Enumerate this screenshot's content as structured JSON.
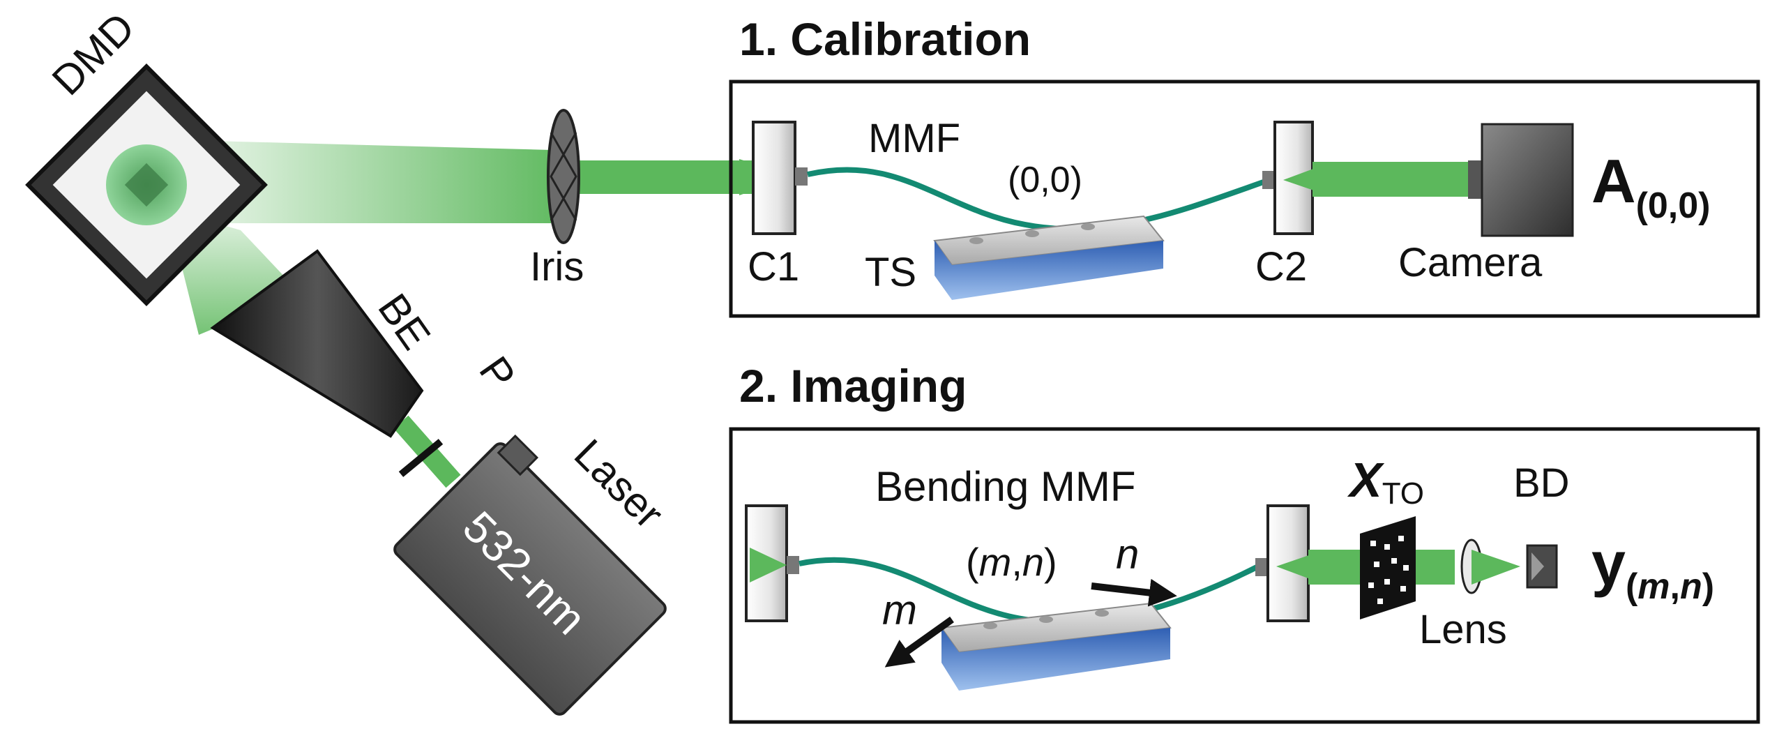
{
  "sections": {
    "calibration_title": "1. Calibration",
    "imaging_title": "2. Imaging"
  },
  "source_labels": {
    "dmd": "DMD",
    "iris": "Iris",
    "be": "BE",
    "p": "P",
    "laser": "Laser",
    "wavelength": "532-nm"
  },
  "calibration": {
    "c1": "C1",
    "mmf": "MMF",
    "position": "(0,0)",
    "ts": "TS",
    "c2": "C2",
    "camera": "Camera",
    "output_main": "A",
    "output_sub": "(0,0)"
  },
  "imaging": {
    "bending_mmf": "Bending MMF",
    "position_open": "(",
    "position_m": "m",
    "position_comma": ",",
    "position_n": "n",
    "position_close": ")",
    "axis_m": "m",
    "axis_n": "n",
    "object_main": "X",
    "object_sub": "TO",
    "bd": "BD",
    "lens": "Lens",
    "output_main": "y",
    "output_sub_open": "(",
    "output_sub_m": "m",
    "output_sub_comma": ",",
    "output_sub_n": "n",
    "output_sub_close": ")"
  },
  "colors": {
    "beam": "#5cb85c",
    "fiber": "#138a72",
    "stage_blue": "#3a6fc4",
    "device_gray": "#6b6b6b",
    "frame": "#111111"
  }
}
